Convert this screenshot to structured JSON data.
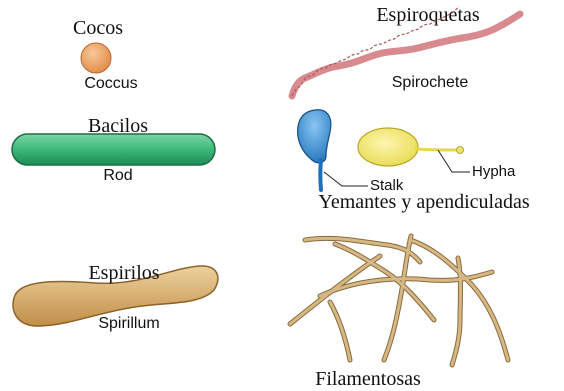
{
  "labels": {
    "cocos_es": "Cocos",
    "coccus_en": "Coccus",
    "bacilos_es": "Bacilos",
    "rod_en": "Rod",
    "espirilos_es": "Espirilos",
    "spirillum_en": "Spirillum",
    "espiroquetas_es": "Espiroquetas",
    "spirochete_en": "Spirochete",
    "stalk_en": "Stalk",
    "hypha_en": "Hypha",
    "yemantes_es": "Yemantes y apendiculadas",
    "filamentosas_es": "Filamentosas"
  },
  "colors": {
    "coccus": "#f0a86a",
    "rod": "#3cb87a",
    "spirillum": "#d9b06c",
    "spirochete": "#d88a8e",
    "stalked": "#3a8fd4",
    "hypha": "#f7ec7a",
    "filament": "#c9a676"
  }
}
